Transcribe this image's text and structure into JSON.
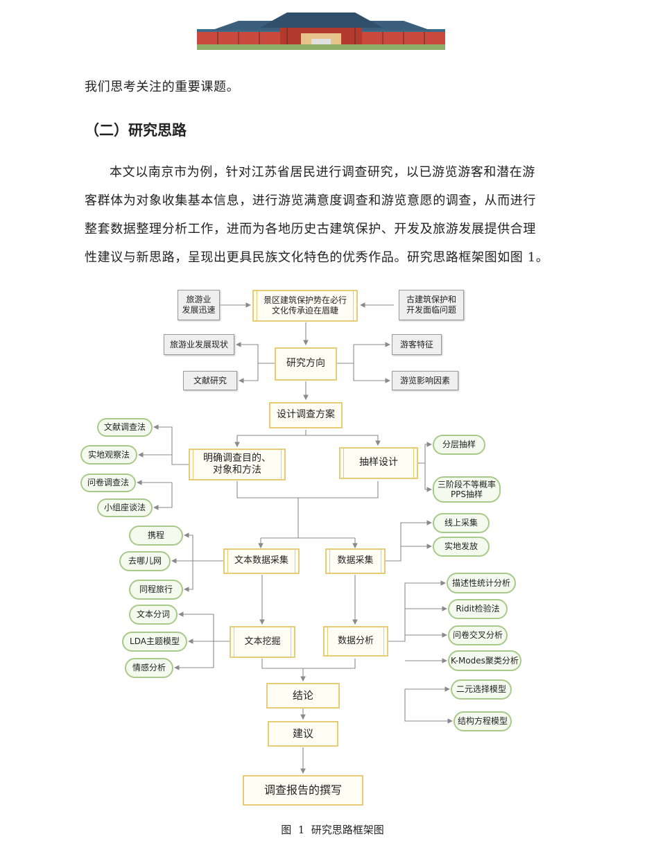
{
  "header_banner": {
    "icon": "chinese-palace-illustration"
  },
  "body": {
    "line1": "我们思考关注的重要课题。",
    "heading": "（二）研究思路",
    "para": [
      "本文以南京市为例，针对江苏省居民进行调查研究，以已游览游客和潜在游",
      "客群体为对象收集基本信息，进行游览满意度调查和游览意愿的调查，从而进行",
      "整套数据整理分析工作，进而为各地历史古建筑保护、开发及旅游发展提供合理",
      "性建议与新思路，呈现出更具民族文化特色的优秀作品。研究思路框架图如图 1。"
    ]
  },
  "diagram": {
    "tourism_fast": "旅游业\n发展迅速",
    "protect_urgent": "景区建筑保护势在必行\n文化传承迫在眉睫",
    "ancient_problem": "古建筑保护和\n开发面临问题",
    "tourism_status": "旅游业发展现状",
    "literature_research": "文献研究",
    "research_direction": "研究方向",
    "tourist_features": "游客特征",
    "tour_factors": "游览影响因素",
    "design_plan": "设计调查方案",
    "clarify_purpose": "明确调查目的、\n对象和方法",
    "sampling_design": "抽样设计",
    "literature_survey": "文献调查法",
    "field_observation": "实地观察法",
    "questionnaire": "问卷调查法",
    "group_interview": "小组座谈法",
    "stratified_sampling": "分层抽样",
    "three_stage": "三阶段不等概率\nPPS抽样",
    "ctrip": "携程",
    "qunar": "去哪儿网",
    "tongcheng": "同程旅行",
    "text_collection": "文本数据采集",
    "data_collection": "数据采集",
    "online_collection": "线上采集",
    "field_distribution": "实地发放",
    "text_segmentation": "文本分词",
    "lda_model": "LDA主题模型",
    "sentiment": "情感分析",
    "text_mining": "文本挖掘",
    "data_analysis": "数据分析",
    "descriptive": "描述性统计分析",
    "ridit": "Ridit检验法",
    "crosstab": "问卷交叉分析",
    "kmodes": "K-Modes聚类分析",
    "binary_choice": "二元选择模型",
    "sem": "结构方程模型",
    "conclusion": "结论",
    "suggestion": "建议",
    "report": "调查报告的撰写"
  },
  "caption": "图  1  研究思路框架图",
  "colors": {
    "gold_border": "#e8cb75",
    "green_border": "#a8c98a",
    "gray_border": "#9a9a9a",
    "line": "#8a8a8a"
  }
}
